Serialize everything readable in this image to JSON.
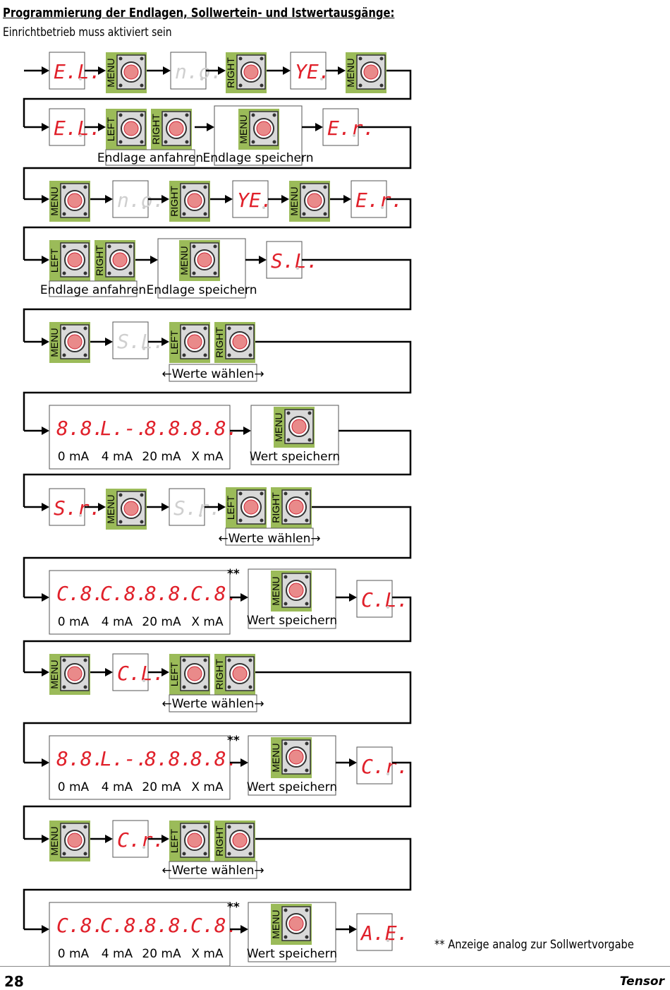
{
  "title": "Programmierung der Endlagen, Sollwertein- und Istwertausgänge:",
  "subtitle": "Einrichtbetrieb muss aktiviert sein",
  "labels": {
    "menu": "MENU",
    "left": "LEFT",
    "right": "RIGHT",
    "endlage_anfahren": "Endlage anfahren",
    "endlage_speichern": "Endlage speichern",
    "werte_waehlen": "←Werte wählen→",
    "wert_speichern": "Wert speichern",
    "ma": [
      "0 mA",
      "4 mA",
      "20 mA",
      "X mA"
    ],
    "double_star": "**"
  },
  "displays": {
    "el": "E.L.",
    "no": "n.o.",
    "ye": "YE.",
    "er": "E.r.",
    "sl": "S.L.",
    "sr": "S.r.",
    "cl": "C.L.",
    "cr": "C.r.",
    "ae": "A.E."
  },
  "footnote": "** Anzeige analog zur Sollwertvorgabe",
  "page_number": "28",
  "brand": "Tensor",
  "colors": {
    "button_green": "#9bbb59",
    "led_red": "#e0202a",
    "button_face": "#d9d9d9"
  }
}
